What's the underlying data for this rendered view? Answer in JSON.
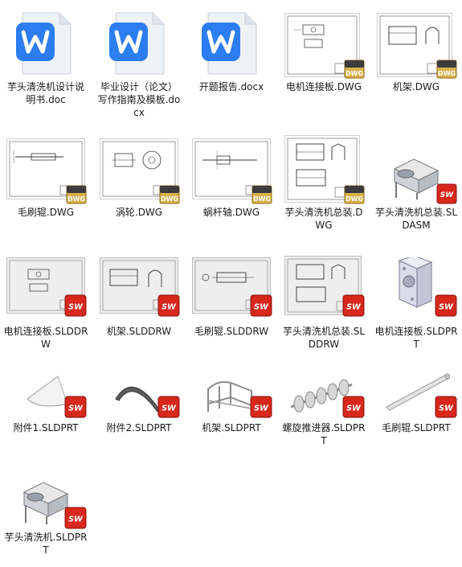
{
  "files": [
    {
      "name": "芋头清洗机设计说明书.doc",
      "type": "doc"
    },
    {
      "name": "毕业设计（论文）写作指南及模板.docx",
      "type": "doc"
    },
    {
      "name": "开题报告.docx",
      "type": "doc"
    },
    {
      "name": "电机连接板.DWG",
      "type": "dwg"
    },
    {
      "name": "机架.DWG",
      "type": "dwg"
    },
    {
      "name": "毛刷辊.DWG",
      "type": "dwg"
    },
    {
      "name": "涡轮.DWG",
      "type": "dwg"
    },
    {
      "name": "蜗杆轴.DWG",
      "type": "dwg"
    },
    {
      "name": "芋头清洗机总装.DWG",
      "type": "dwg"
    },
    {
      "name": "芋头清洗机总装.SLDASM",
      "type": "sldasm"
    },
    {
      "name": "电机连接板.SLDDRW",
      "type": "slddrw"
    },
    {
      "name": "机架.SLDDRW",
      "type": "slddrw"
    },
    {
      "name": "毛刷辊.SLDDRW",
      "type": "slddrw"
    },
    {
      "name": "芋头清洗机总装.SLDDRW",
      "type": "slddrw"
    },
    {
      "name": "电机连接板.SLDPRT",
      "type": "sldprt"
    },
    {
      "name": "附件1.SLDPRT",
      "type": "sldprt"
    },
    {
      "name": "附件2.SLDPRT",
      "type": "sldprt"
    },
    {
      "name": "机架.SLDPRT",
      "type": "sldprt"
    },
    {
      "name": "螺旋推进器.SLDPRT",
      "type": "sldprt"
    },
    {
      "name": "毛刷辊.SLDPRT",
      "type": "sldprt"
    },
    {
      "name": "芋头清洗机.SLDPRT",
      "type": "sldprt"
    }
  ],
  "icons": {
    "doc": "wps-writer-doc-icon",
    "dwg": "dwg-drawing-icon",
    "sw": "solidworks-icon"
  },
  "badges": {
    "dwg": "DWG",
    "sw": "SW"
  },
  "colors": {
    "wps_blue": "#2b7df0",
    "dwg_gold": "#c8a038",
    "sw_red": "#d8281e",
    "text": "#1a1a1a"
  }
}
